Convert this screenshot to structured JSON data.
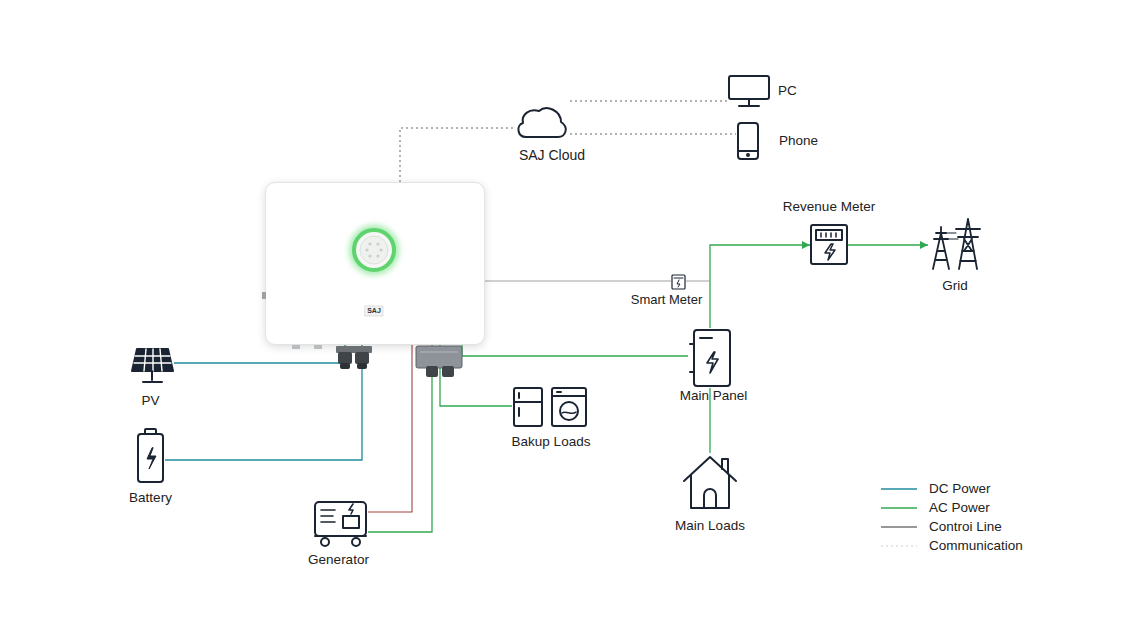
{
  "diagram": {
    "nodes": [
      {
        "text": [
          "SAJ Cloud"
        ]
      },
      {
        "text": [
          "PC"
        ]
      },
      {
        "text": [
          "Phone"
        ]
      },
      {
        "text": [
          "SAJ"
        ]
      },
      {
        "text": [
          "Revenue Meter"
        ]
      },
      {
        "text": [
          "Grid"
        ]
      },
      {
        "text": [
          "Smart Meter"
        ]
      },
      {
        "text": [
          "PV"
        ]
      },
      {
        "text": [
          "Battery"
        ]
      },
      {
        "text": [
          "Main Panel"
        ]
      },
      {
        "text": [
          "Bakup Loads"
        ]
      },
      {
        "text": [
          "Generator"
        ]
      },
      {
        "text": [
          "Main Loads"
        ]
      }
    ],
    "edges": [
      {
        "from": 3,
        "to": 0,
        "arrow": "none"
      },
      {
        "from": 0,
        "to": 1,
        "arrow": "none"
      },
      {
        "from": 0,
        "to": 2,
        "arrow": "none"
      },
      {
        "from": 3,
        "to": 6,
        "arrow": "none"
      },
      {
        "from": 9,
        "to": 4,
        "arrow": "to"
      },
      {
        "from": 4,
        "to": 5,
        "arrow": "to"
      },
      {
        "from": 3,
        "to": 9,
        "arrow": "none"
      },
      {
        "from": 9,
        "to": 12,
        "arrow": "none"
      },
      {
        "from": 7,
        "to": 3,
        "arrow": "none"
      },
      {
        "from": 8,
        "to": 3,
        "arrow": "none"
      },
      {
        "from": 3,
        "to": 10,
        "arrow": "none"
      },
      {
        "from": 11,
        "to": 3,
        "arrow": "none"
      },
      {
        "from": 11,
        "to": 3,
        "arrow": "none"
      }
    ],
    "legend": [
      {
        "text": "DC Power"
      },
      {
        "text": "AC Power"
      },
      {
        "text": "Controi Line"
      },
      {
        "text": "Communication"
      }
    ]
  }
}
